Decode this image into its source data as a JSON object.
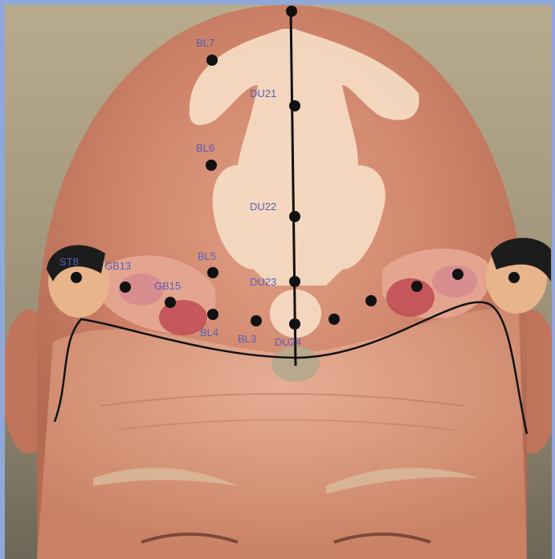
{
  "points": {
    "bl7": "BL7",
    "du21": "DU21",
    "bl6": "BL6",
    "du22": "DU22",
    "bl5": "BL5",
    "du23": "DU23",
    "st8": "ST8",
    "gb13": "GB13",
    "gb15": "GB15",
    "bl4": "BL4",
    "bl3": "BL3",
    "du24": "DU24"
  },
  "colors": {
    "label": "#5860b8",
    "dot": "#111111",
    "line": "#111111",
    "skin": "#d4876a"
  }
}
